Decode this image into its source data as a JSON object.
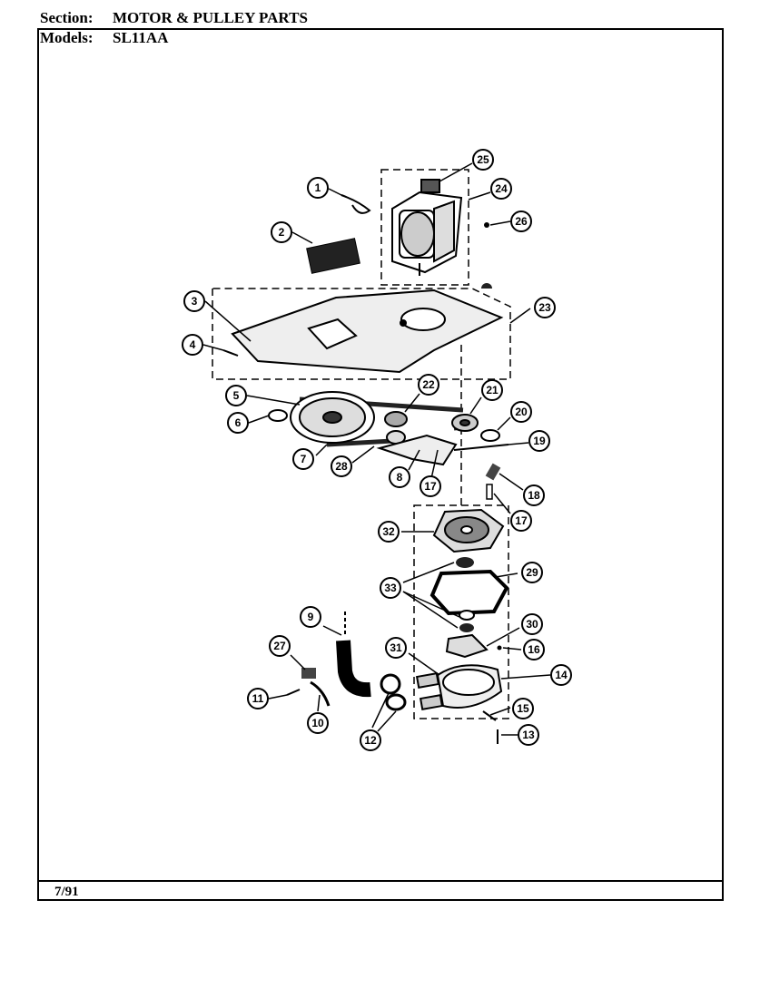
{
  "header": {
    "section_label": "Section:",
    "section_value": "MOTOR & PULLEY PARTS",
    "models_label": "Models:",
    "models_value": "SL11AA"
  },
  "footer": {
    "date": "7/91"
  },
  "callouts": [
    "1",
    "2",
    "3",
    "4",
    "5",
    "6",
    "7",
    "8",
    "9",
    "10",
    "11",
    "12",
    "13",
    "14",
    "15",
    "16",
    "17",
    "18",
    "19",
    "20",
    "21",
    "22",
    "23",
    "24",
    "25",
    "26",
    "27",
    "28",
    "29",
    "30",
    "31",
    "32",
    "33"
  ]
}
